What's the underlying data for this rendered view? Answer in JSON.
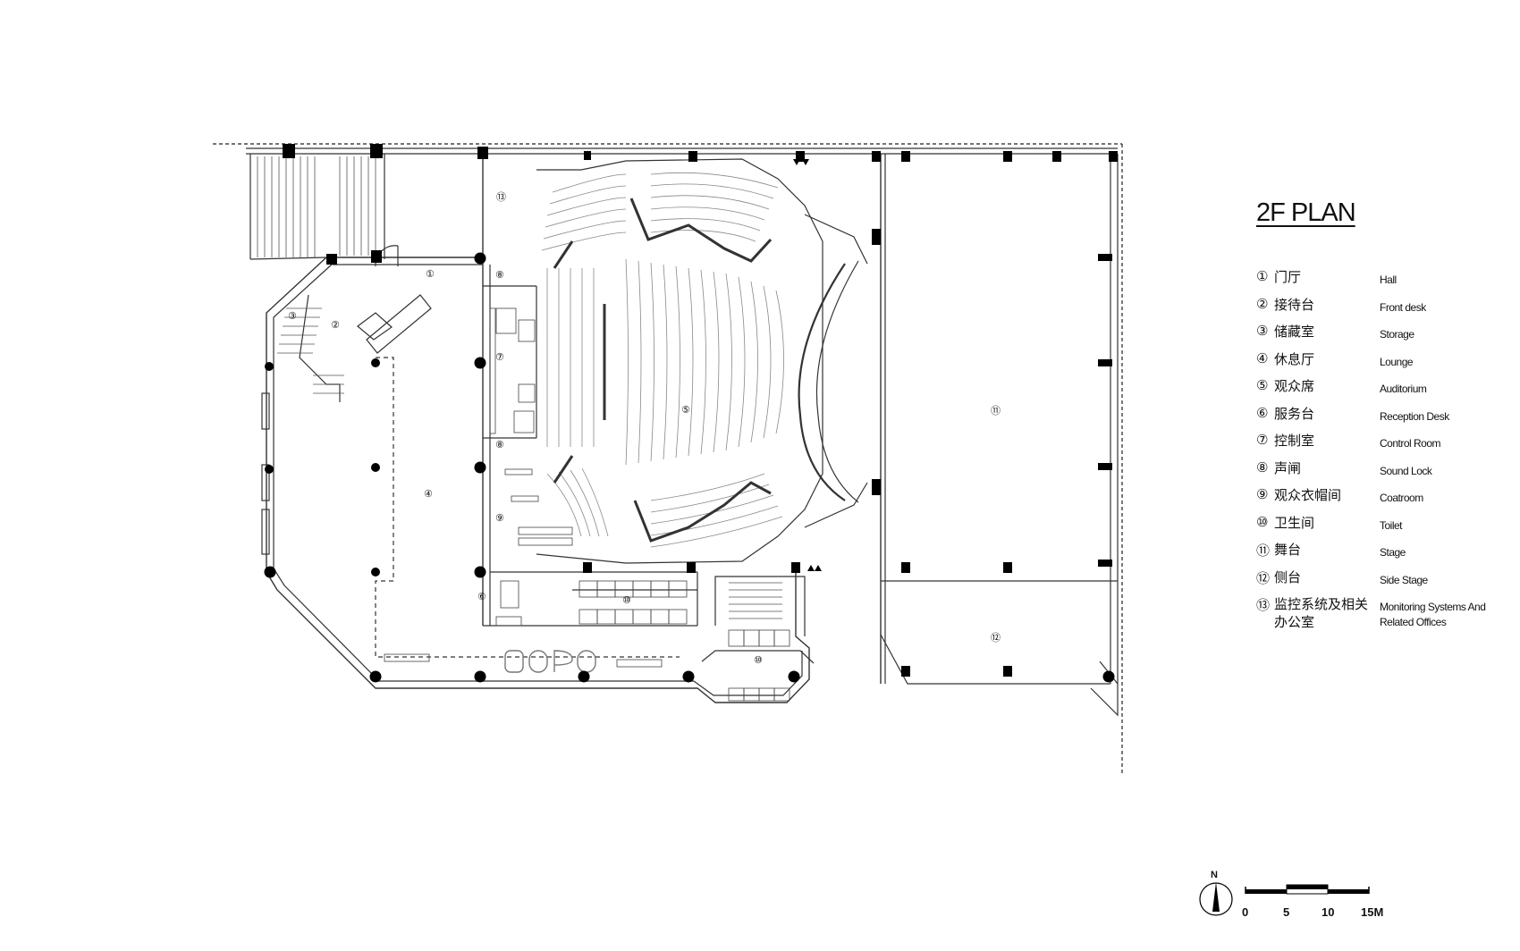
{
  "title": "2F PLAN",
  "legend": [
    {
      "num": "①",
      "cn": "门厅",
      "en": "Hall"
    },
    {
      "num": "②",
      "cn": "接待台",
      "en": "Front desk"
    },
    {
      "num": "③",
      "cn": "储藏室",
      "en": "Storage"
    },
    {
      "num": "④",
      "cn": "休息厅",
      "en": "Lounge"
    },
    {
      "num": "⑤",
      "cn": "观众席",
      "en": "Auditorium"
    },
    {
      "num": "⑥",
      "cn": "服务台",
      "en": "Reception Desk"
    },
    {
      "num": "⑦",
      "cn": "控制室",
      "en": "Control Room"
    },
    {
      "num": "⑧",
      "cn": "声闸",
      "en": "Sound Lock"
    },
    {
      "num": "⑨",
      "cn": "观众衣帽间",
      "en": "Coatroom"
    },
    {
      "num": "⑩",
      "cn": "卫生间",
      "en": "Toilet"
    },
    {
      "num": "⑪",
      "cn": "舞台",
      "en": "Stage"
    },
    {
      "num": "⑫",
      "cn": "侧台",
      "en": "Side Stage"
    },
    {
      "num": "⑬",
      "cn": "监控系统及相关办公室",
      "en": "Monitoring Systems And Related Offices"
    }
  ],
  "scale": {
    "ticks": [
      "0",
      "5",
      "10",
      "15M"
    ]
  },
  "north": {
    "label": "N"
  },
  "plan_labels": {
    "hall": "①",
    "front_desk": "②",
    "storage": "③",
    "lounge": "④",
    "auditorium": "⑤",
    "reception": "⑥",
    "control": "⑦",
    "soundlock_a": "⑧",
    "soundlock_b": "⑧",
    "coatroom": "⑨",
    "toilet_a": "⑩",
    "toilet_b": "⑩",
    "stage": "⑪",
    "side_stage": "⑫",
    "monitoring": "⑬"
  }
}
